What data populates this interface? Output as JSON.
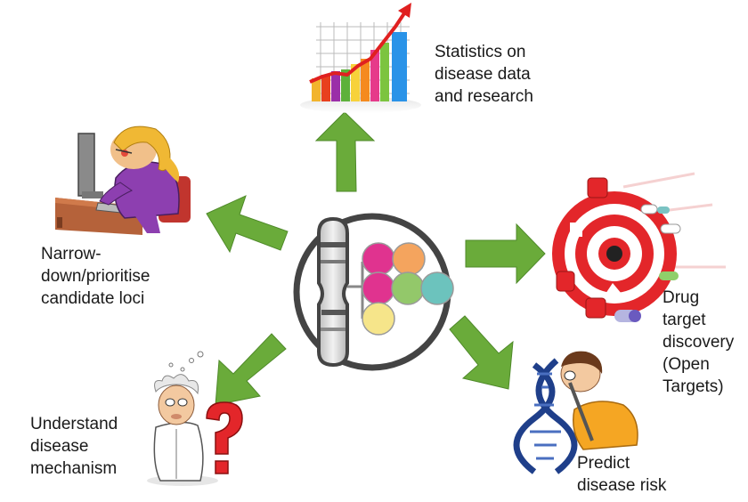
{
  "labels": {
    "statistics": [
      "Statistics on",
      "disease data",
      "and research"
    ],
    "narrow": [
      "Narrow-",
      "down/prioritise",
      "candidate loci"
    ],
    "drug": [
      "Drug",
      "target",
      "discovery",
      "(Open",
      "Targets)"
    ],
    "understand": [
      "Understand",
      "disease",
      "mechanism"
    ],
    "predict": [
      "Predict",
      "disease risk"
    ]
  },
  "colors": {
    "arrow": "#6aab3a",
    "arrow_stroke": "#4f8a2a",
    "circle_pink": "#e0338f",
    "circle_orange": "#f4a45e",
    "circle_green": "#93c86a",
    "circle_teal": "#6cc3bd",
    "circle_yellow": "#f6e58a",
    "target_red": "#e3262a"
  },
  "icons": {
    "center": "gwas-chromosome-icon",
    "statistics": "bar-chart-icon",
    "narrow": "computer-user-icon",
    "drug": "drug-target-icon",
    "understand": "scientist-question-icon",
    "predict": "dna-helix-icon"
  }
}
